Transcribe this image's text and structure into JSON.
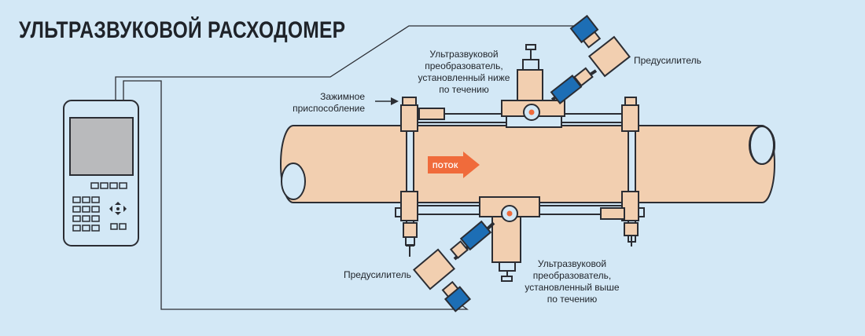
{
  "title": "УЛЬТРАЗВУКОВОЙ РАСХОДОМЕР",
  "labels": {
    "transducer_down": "Ультразвуковой\nпреобразователь,\nустановленный ниже\nпо течению",
    "transducer_up": "Ультразвуковой\nпреобразователь,\nустановленный выше\nпо течению",
    "preamp_top": "Предусилитель",
    "preamp_bottom": "Предусилитель",
    "clamp": "Зажимное\nприспособление",
    "flow": "ПОТОК"
  },
  "colors": {
    "background": "#d3e8f6",
    "pipe": "#f2cfb0",
    "outline": "#2b2d33",
    "connector": "#1d6eb5",
    "clamp_bar": "#d3e8f6",
    "flow_arrow": "#f06b3b",
    "device_screen": "#b9babc"
  }
}
